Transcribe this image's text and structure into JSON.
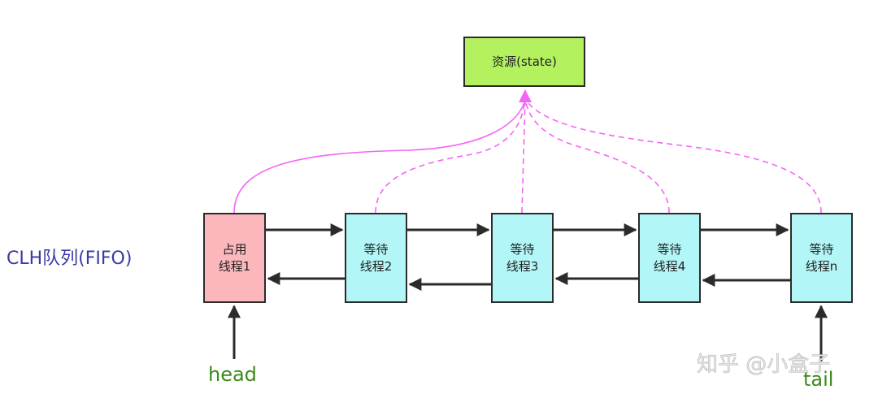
{
  "resource": {
    "label": "资源(state)"
  },
  "queue_label": "CLH队列(FIFO)",
  "nodes": [
    {
      "label": "占用\n线程1",
      "state": "occupied"
    },
    {
      "label": "等待\n线程2",
      "state": "waiting"
    },
    {
      "label": "等待\n线程3",
      "state": "waiting"
    },
    {
      "label": "等待\n线程4",
      "state": "waiting"
    },
    {
      "label": "等待\n线程n",
      "state": "waiting"
    }
  ],
  "pointers": {
    "head": "head",
    "tail": "tail"
  },
  "watermark": "知乎 @小盒子",
  "colors": {
    "resource": "#b4f15f",
    "occupied": "#fcb7bd",
    "waiting": "#b3f6f7",
    "link": "#f565f5",
    "arrow": "#2b2b2b",
    "queue_label": "#3a3aa6",
    "pointer_label": "#3c8a1c"
  }
}
